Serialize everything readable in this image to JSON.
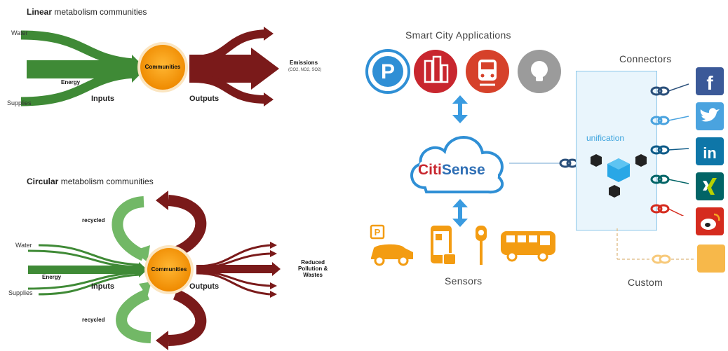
{
  "linear": {
    "title_bold": "Linear",
    "title_rest": " metabolism communities",
    "water": "Water",
    "energy": "Energy",
    "supplies": "Supplies",
    "inputs": "Inputs",
    "center": "Communities",
    "outputs": "Outputs",
    "emissions": "Emissions",
    "emissions_sub": "(CO2, NO2, SO2)"
  },
  "circular": {
    "title_bold": "Circular",
    "title_rest": " metabolism communities",
    "recycled_top": "recycled",
    "recycled_bottom": "recycled",
    "water": "Water",
    "energy": "Energy",
    "supplies": "Supplies",
    "inputs": "Inputs",
    "center": "Communities",
    "outputs": "Outputs",
    "result_line1": "Reduced",
    "result_line2": "Pollution &",
    "result_line3": "Wastes"
  },
  "smartcity": {
    "apps_title": "Smart City Applications",
    "cloud_brand_a": "Citi",
    "cloud_brand_b": "Sense",
    "sensors_title": "Sensors",
    "connectors_title": "Connectors",
    "platform_label": "unification",
    "custom_title": "Custom",
    "apps_icons": [
      "parking-icon",
      "city-buildings-icon",
      "train-icon",
      "light-bulb-icon"
    ],
    "social_icons": [
      "facebook-icon",
      "twitter-icon",
      "linkedin-icon",
      "xing-icon",
      "weibo-icon"
    ],
    "sensor_icons": [
      "parking-car-icon",
      "smartphone-icon",
      "street-light-icon",
      "bus-icon"
    ],
    "colors": {
      "green": "#3f8a36",
      "darkred": "#7a1a1a",
      "orange": "#f39c12",
      "blue": "#2f8fd5",
      "facebook": "#3b5998",
      "twitter": "#4aa3df",
      "linkedin": "#0e76a8",
      "xing": "#026466",
      "weibo": "#d52b1e",
      "custom": "#f7b84a"
    }
  }
}
